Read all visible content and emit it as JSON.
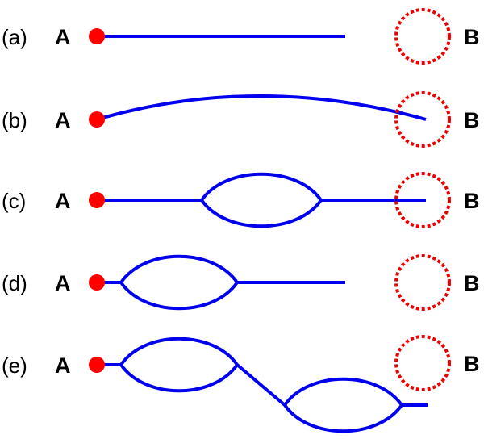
{
  "colors": {
    "path": "#0000ee",
    "start_point": "#ff0000",
    "target_circle": "#ee0000",
    "text": "#000000"
  },
  "rows": [
    {
      "label": "(a)",
      "start": "A",
      "end": "B"
    },
    {
      "label": "(b)",
      "start": "A",
      "end": "B"
    },
    {
      "label": "(c)",
      "start": "A",
      "end": "B"
    },
    {
      "label": "(d)",
      "start": "A",
      "end": "B"
    },
    {
      "label": "(e)",
      "start": "A",
      "end": "B"
    }
  ]
}
